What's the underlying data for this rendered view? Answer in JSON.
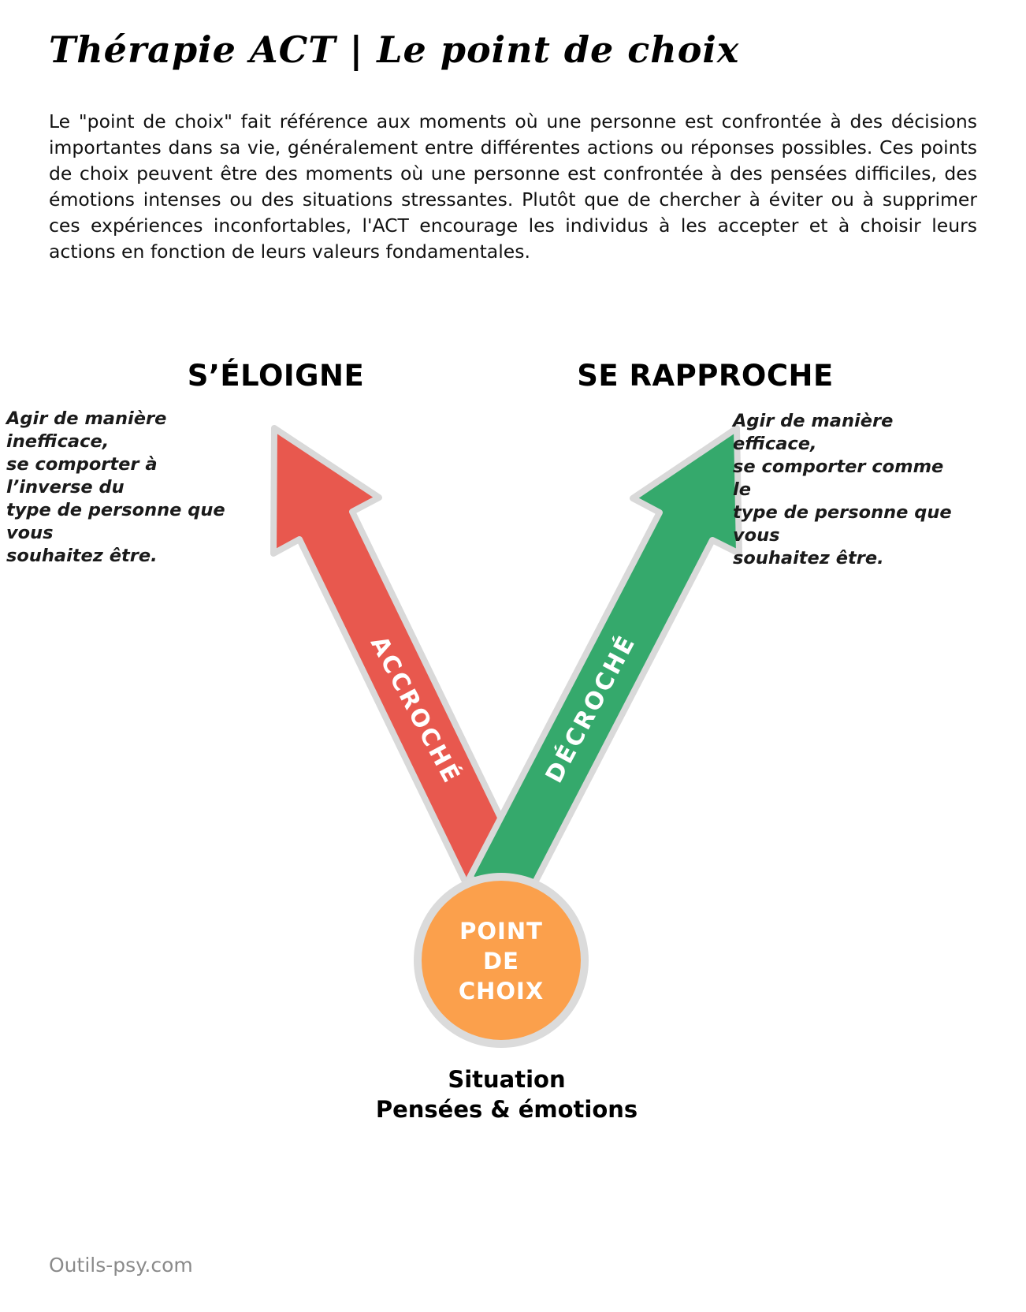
{
  "page": {
    "title": "Thérapie ACT | Le point de choix",
    "intro": "Le \"point de choix\" fait référence aux moments où une personne est confrontée à des décisions importantes dans sa vie, généralement entre différentes actions ou réponses possibles. Ces points de choix peuvent être des moments où une personne est confrontée à des pensées difficiles, des émotions intenses ou des situations stressantes. Plutôt que de chercher à éviter ou à supprimer ces expériences inconfortables, l'ACT encourage les individus à les accepter et à choisir leurs actions en fonction de leurs valeurs fondamentales.",
    "footer": "Outils-psy.com"
  },
  "diagram": {
    "left": {
      "heading": "S’ÉLOIGNE",
      "description_lines": [
        "Agir de manière inefficace,",
        "se comporter à l’inverse du",
        "type de personne que vous",
        "souhaitez être."
      ],
      "arrow_label": "ACCROCHÉ",
      "arrow_color": "#e8584e"
    },
    "right": {
      "heading": "SE RAPPROCHE",
      "description_lines": [
        "Agir de manière efficace,",
        "se comporter comme le",
        "type de personne que vous",
        "souhaitez être."
      ],
      "arrow_label": "DÉCROCHÉ",
      "arrow_color": "#35a96c"
    },
    "center": {
      "circle_label_lines": [
        "POINT",
        "DE",
        "CHOIX"
      ],
      "circle_color": "#fba04c",
      "outline_color": "#d9d9d9",
      "caption_lines": [
        "Situation",
        "Pensées & émotions"
      ]
    }
  }
}
